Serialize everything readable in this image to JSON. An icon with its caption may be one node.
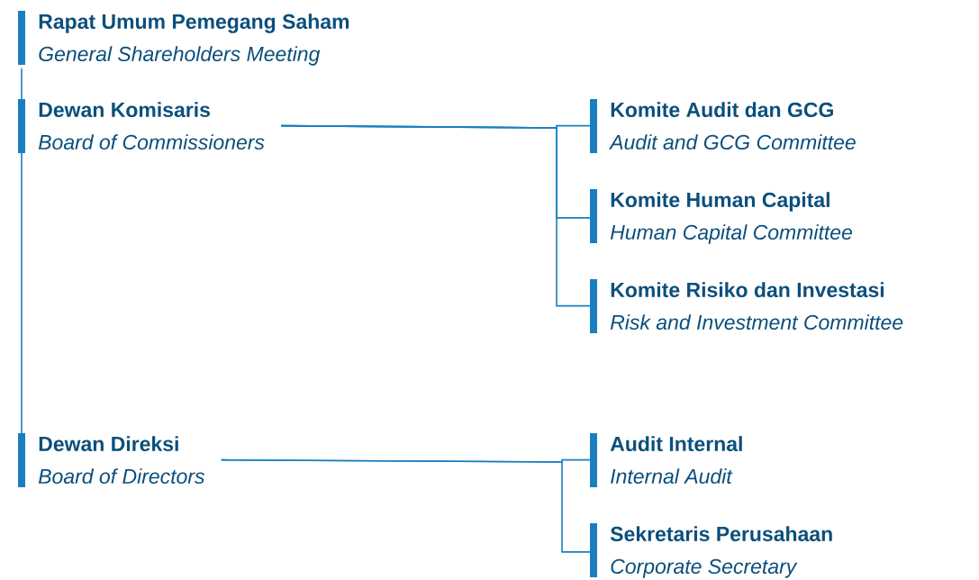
{
  "diagram": {
    "nodes": [
      {
        "text": [
          "Rapat Umum Pemegang Saham",
          "General Shareholders Meeting"
        ]
      },
      {
        "text": [
          "Dewan Komisaris",
          "Board of Commissioners"
        ]
      },
      {
        "text": [
          "Komite Audit dan GCG",
          "Audit and GCG Committee"
        ]
      },
      {
        "text": [
          "Komite Human Capital",
          "Human Capital Committee"
        ]
      },
      {
        "text": [
          "Komite Risiko dan Investasi",
          "Risk and Investment Committee"
        ]
      },
      {
        "text": [
          "Dewan Direksi",
          "Board of Directors"
        ]
      },
      {
        "text": [
          "Audit Internal",
          "Internal Audit"
        ]
      },
      {
        "text": [
          "Sekretaris Perusahaan",
          "Corporate Secretary"
        ]
      }
    ],
    "edges": [
      {
        "from": 0,
        "to": 1,
        "arrow": "none"
      },
      {
        "from": 1,
        "to": 5,
        "arrow": "none"
      },
      {
        "from": 1,
        "to": 2,
        "arrow": "none"
      },
      {
        "from": 1,
        "to": 3,
        "arrow": "none"
      },
      {
        "from": 1,
        "to": 4,
        "arrow": "none"
      },
      {
        "from": 5,
        "to": 6,
        "arrow": "none"
      },
      {
        "from": 5,
        "to": 7,
        "arrow": "none"
      }
    ]
  }
}
